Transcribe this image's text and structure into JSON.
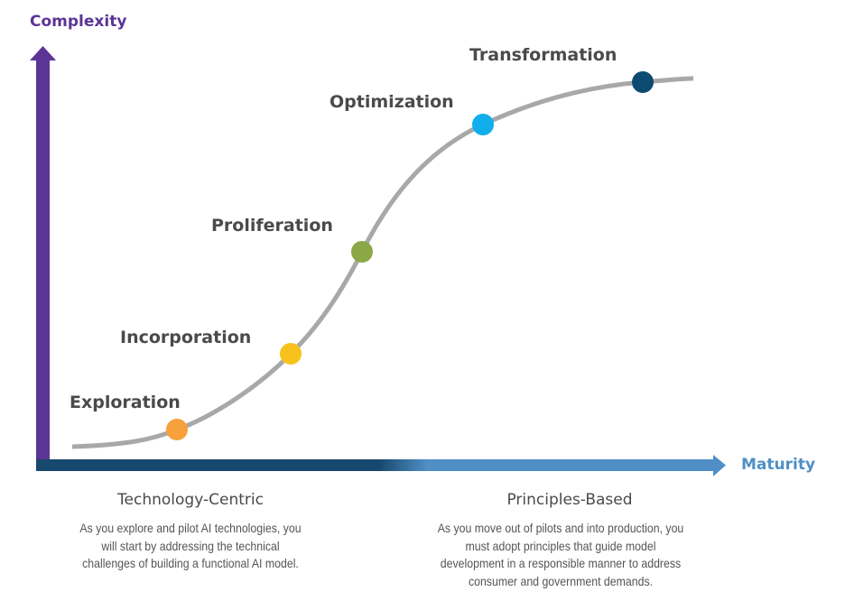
{
  "axes": {
    "y_label": "Complexity",
    "y_color": "#5c3496",
    "x_label": "Maturity",
    "x_color_start": "#17496f",
    "x_color_end": "#4f8fc6"
  },
  "curve": {
    "color": "#a8a8a8"
  },
  "stages": [
    {
      "label": "Exploration",
      "color": "#f6a13c"
    },
    {
      "label": "Incorporation",
      "color": "#f8c21c"
    },
    {
      "label": "Proliferation",
      "color": "#8aa845"
    },
    {
      "label": "Optimization",
      "color": "#10aeeb"
    },
    {
      "label": "Transformation",
      "color": "#0d4a72"
    }
  ],
  "sections": [
    {
      "title": "Technology-Centric",
      "lines": [
        "As you explore and pilot AI technologies, you",
        "will start by addressing the technical",
        "challenges of building a functional AI model."
      ]
    },
    {
      "title": "Principles-Based",
      "lines": [
        "As you move out of pilots and into production, you",
        "must adopt principles that guide model",
        "development in a responsible manner to address",
        "consumer and government demands."
      ]
    }
  ]
}
